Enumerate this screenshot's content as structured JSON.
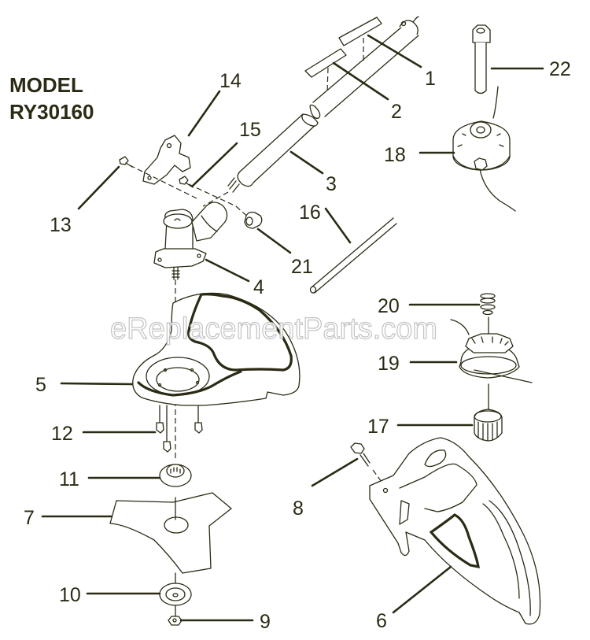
{
  "model": {
    "label": "MODEL",
    "number": "RY30160"
  },
  "watermark": "eReplacementParts.com",
  "callouts": {
    "p1": "1",
    "p2": "2",
    "p3": "3",
    "p4": "4",
    "p5": "5",
    "p6": "6",
    "p7": "7",
    "p8": "8",
    "p9": "9",
    "p10": "10",
    "p11": "11",
    "p12": "12",
    "p13": "13",
    "p14": "14",
    "p15": "15",
    "p16": "16",
    "p17": "17",
    "p18": "18",
    "p19": "19",
    "p20": "20",
    "p21": "21",
    "p22": "22"
  },
  "colors": {
    "line": "#2b2a14",
    "background": "#ffffff"
  }
}
